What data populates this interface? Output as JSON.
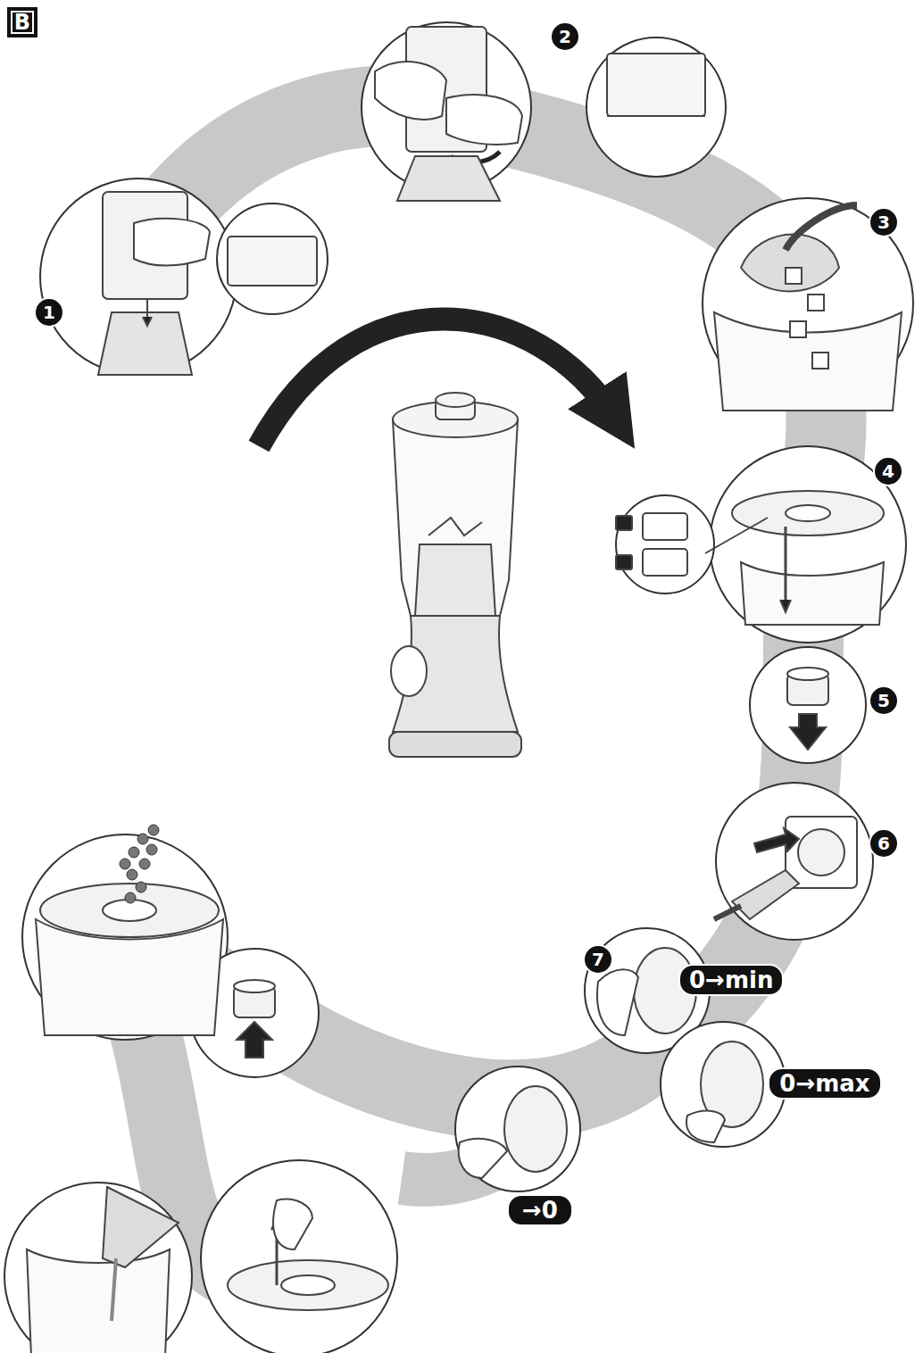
{
  "diagram": {
    "nodes": [
      {
        "text": [
          "B"
        ]
      },
      {
        "text": [
          "1"
        ]
      },
      {
        "text": [
          "2"
        ]
      },
      {
        "text": [
          "3"
        ]
      },
      {
        "text": [
          "4"
        ]
      },
      {
        "text": [
          "5"
        ]
      },
      {
        "text": [
          "6"
        ]
      },
      {
        "text": [
          "7"
        ]
      },
      {
        "text": [
          "0→min"
        ]
      },
      {
        "text": [
          "0→max"
        ]
      },
      {
        "text": [
          "→0"
        ]
      }
    ]
  }
}
